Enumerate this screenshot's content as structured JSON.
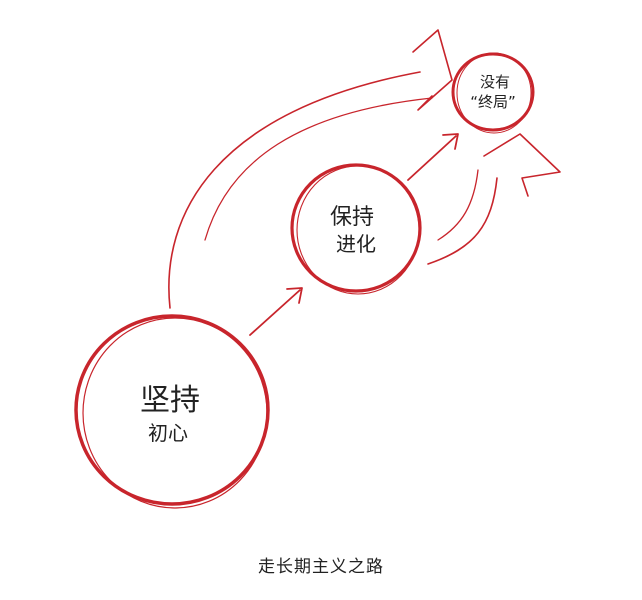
{
  "colors": {
    "ink": "#c8252c",
    "text": "#222222"
  },
  "nodes": {
    "start": {
      "line1": "坚持",
      "line2": "初心"
    },
    "middle": {
      "line1": "保持",
      "line2": "进化"
    },
    "end": {
      "line1": "没有",
      "line2": "“终局”"
    }
  },
  "caption": "走长期主义之路"
}
